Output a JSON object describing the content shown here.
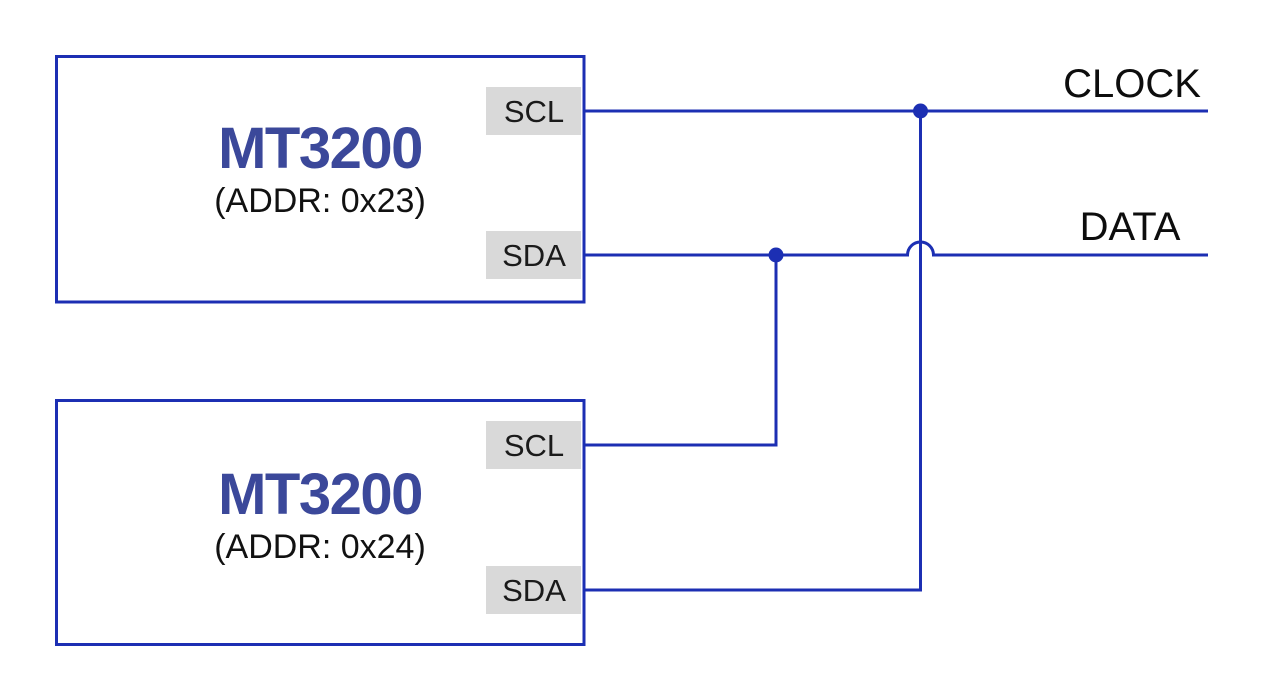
{
  "diagram": {
    "type": "wiring-diagram",
    "bus": {
      "clock_label": "CLOCK",
      "data_label": "DATA"
    },
    "devices": [
      {
        "name": "MT3200",
        "address": "(ADDR: 0x23)",
        "pins": [
          {
            "label": "SCL"
          },
          {
            "label": "SDA"
          }
        ]
      },
      {
        "name": "MT3200",
        "address": "(ADDR: 0x24)",
        "pins": [
          {
            "label": "SCL"
          },
          {
            "label": "SDA"
          }
        ]
      }
    ],
    "colors": {
      "wire_blue": "#1C2FB3",
      "device_title_blue": "#3B489A",
      "pin_tag_gray": "#D9D9D9",
      "label_text": "#0D0D0D",
      "background": "#FFFFFF"
    }
  }
}
